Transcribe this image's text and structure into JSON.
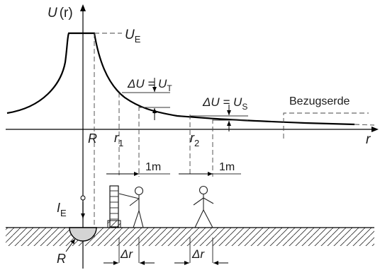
{
  "axis_labels": {
    "y_U": "U",
    "y_r": "(r)",
    "x_r": "r"
  },
  "labels": {
    "U_E": "U",
    "U_E_sub": "E",
    "dU_T": "ΔU = U",
    "dU_T_sub": "T",
    "dU_S": "ΔU = U",
    "dU_S_sub": "S",
    "bezugserde": "Bezugserde",
    "R_axis": "R",
    "r1": "r",
    "r1_sub": "1",
    "r2": "r",
    "r2_sub": "2",
    "step1": "1m",
    "step2": "1m",
    "I_E": "I",
    "I_E_sub": "E",
    "R_ground": "R",
    "dr1": "Δr",
    "dr2": "Δr"
  }
}
